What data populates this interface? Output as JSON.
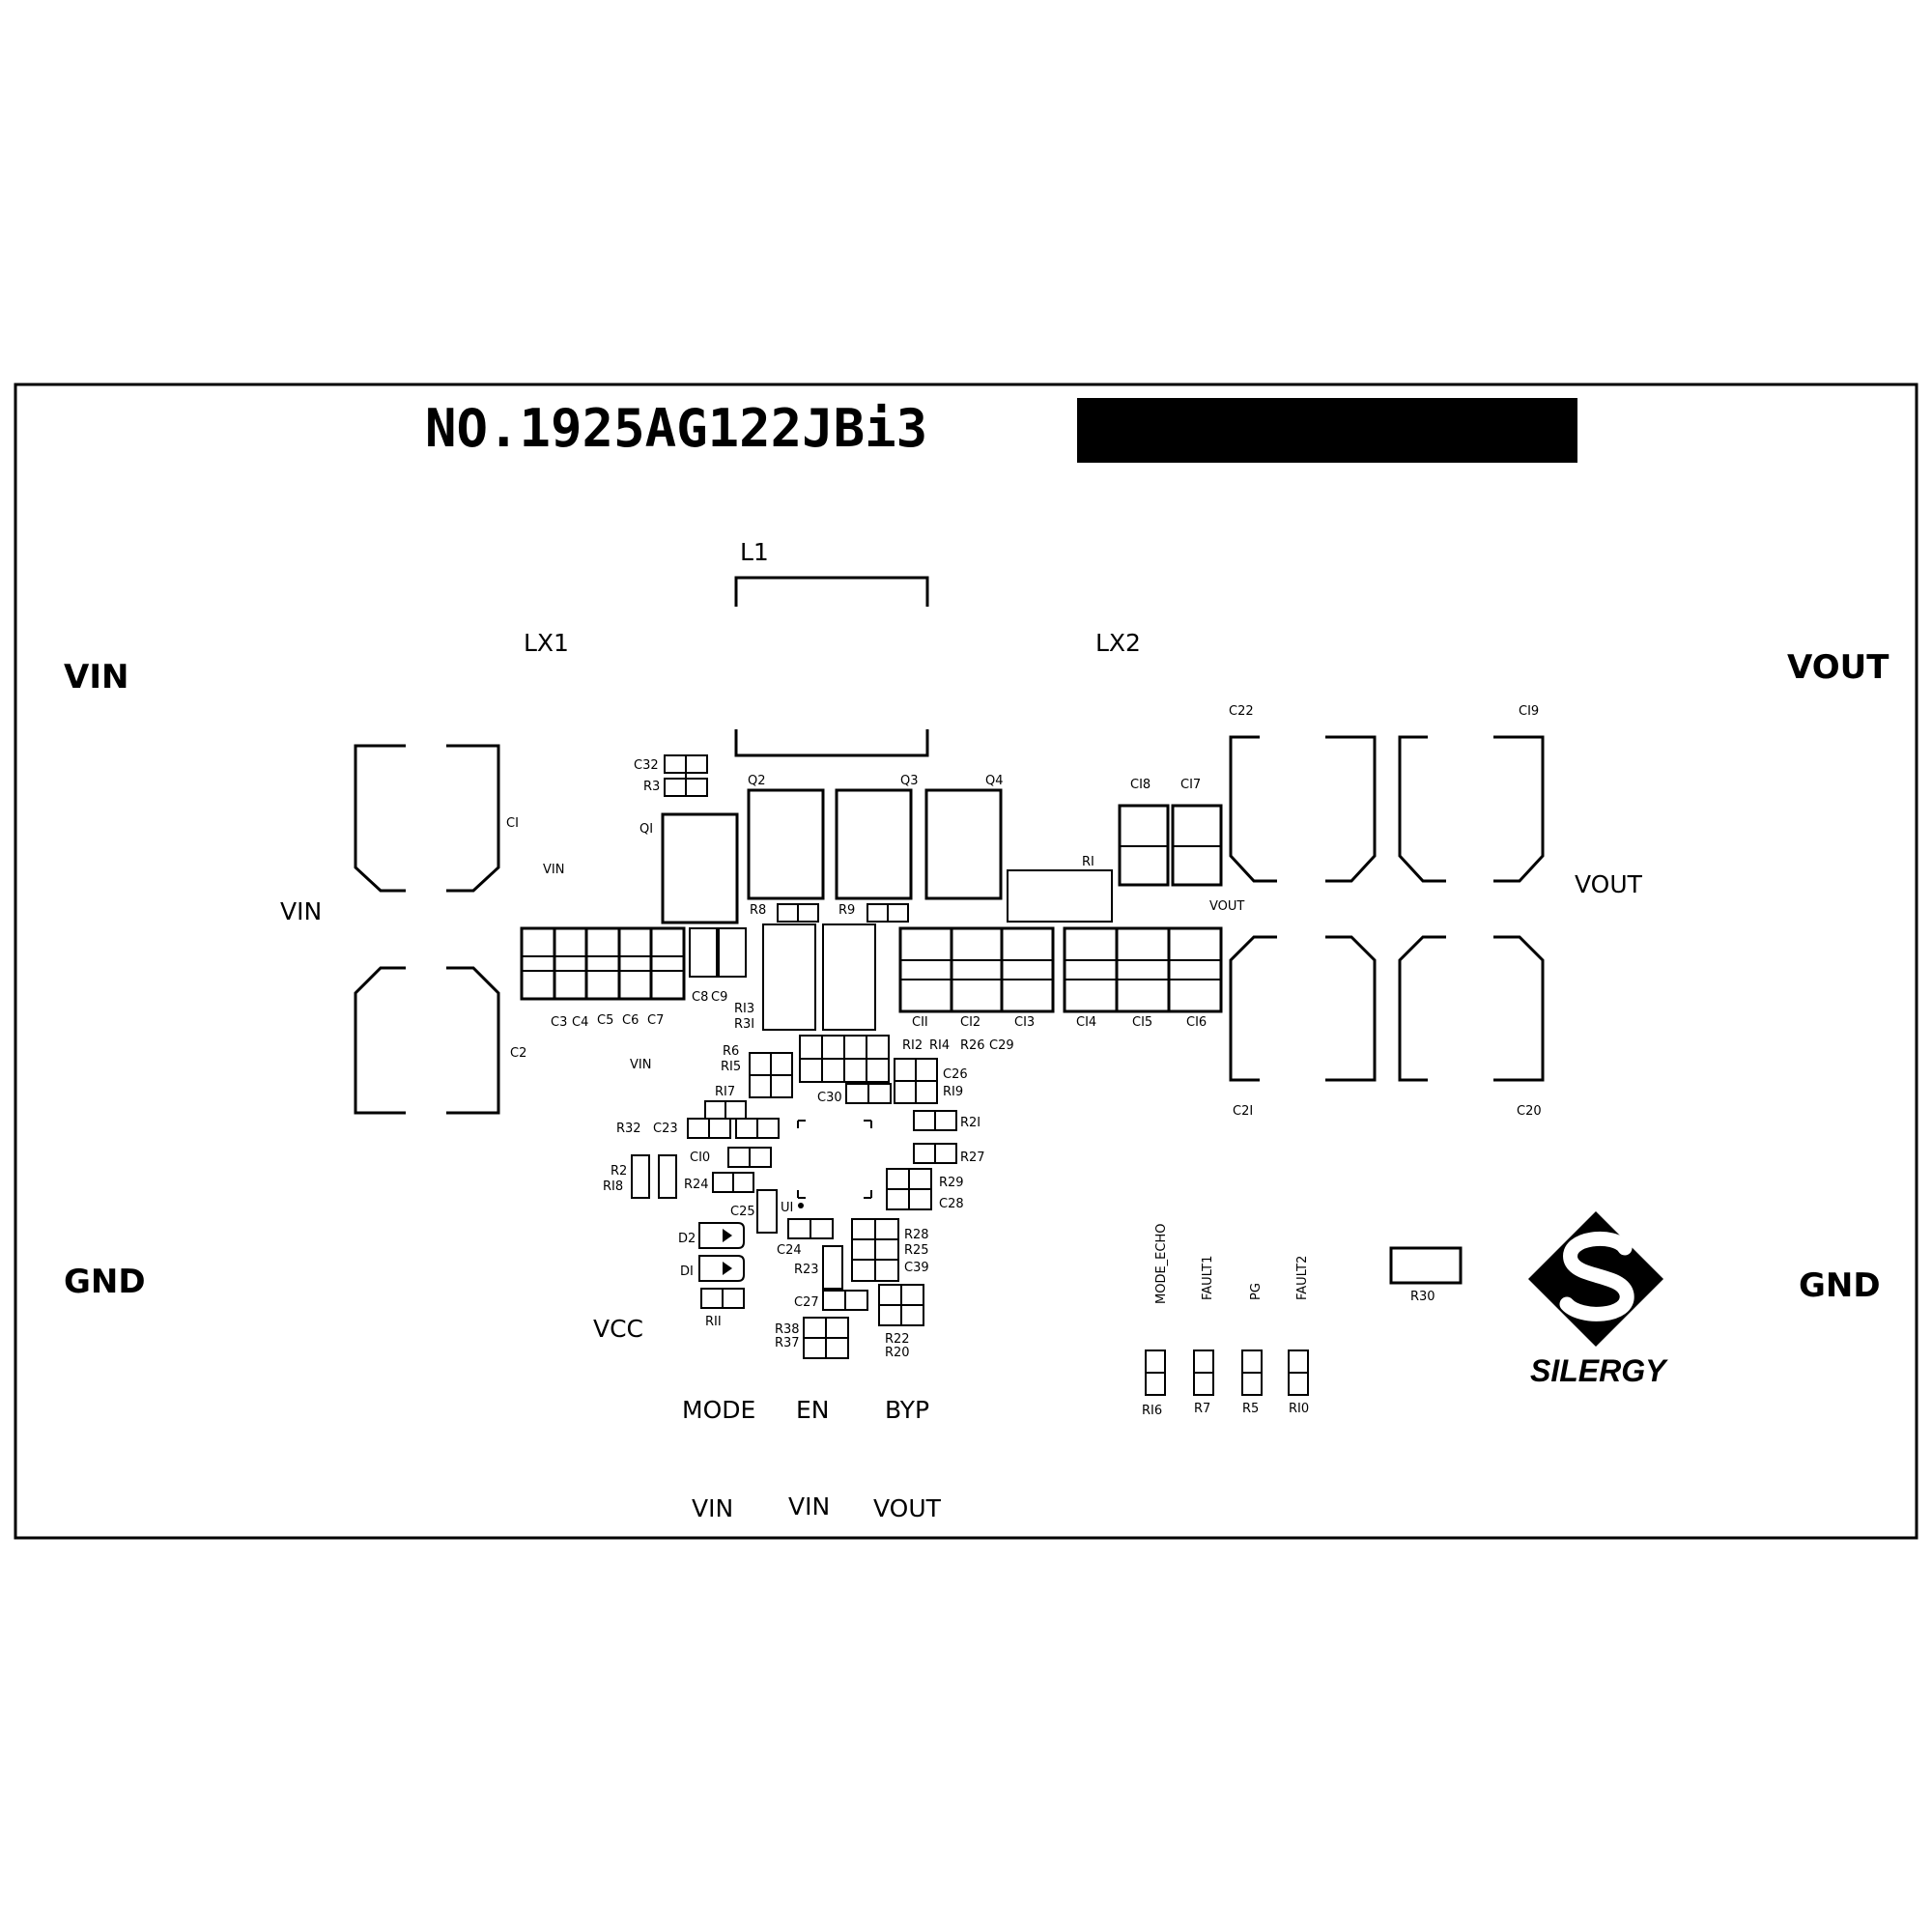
{
  "board": {
    "part_number": "NO.1925AG122JBi3",
    "logo_text": "SILERGY",
    "redacted_block": true
  },
  "connectors": {
    "vin_left": "VIN",
    "gnd_left": "GND",
    "vout_right": "VOUT",
    "gnd_right": "GND",
    "vin_inner": "VIN",
    "vout_inner": "VOUT",
    "lx1": "LX1",
    "lx2": "LX2",
    "vcc": "VCC"
  },
  "jumpers": {
    "mode": "MODE",
    "en": "EN",
    "byp": "BYP",
    "mode_src": "VIN",
    "en_src": "VIN",
    "byp_src": "VOUT"
  },
  "status_pins": [
    "MODE_ECHO",
    "FAULT1",
    "PG",
    "FAULT2"
  ],
  "status_resistors": [
    "RI6",
    "R7",
    "R5",
    "RI0"
  ],
  "designators": {
    "l1": "L1",
    "c1": "CI",
    "c2": "C2",
    "q1": "QI",
    "q2": "Q2",
    "q3": "Q3",
    "q4": "Q4",
    "c32": "C32",
    "r3": "R3",
    "r8": "R8",
    "r9": "R9",
    "r1": "RI",
    "vin_small_1": "VIN",
    "vin_small_2": "VIN",
    "vout_small": "VOUT",
    "c18": "CI8",
    "c17": "CI7",
    "c22": "C22",
    "c19": "CI9",
    "c21": "C2I",
    "c20": "C20",
    "c3": "C3",
    "c4": "C4",
    "c5": "C5",
    "c6": "C6",
    "c7": "C7",
    "c8": "C8",
    "c9": "C9",
    "r13": "RI3",
    "r31": "R3I",
    "c11": "CII",
    "c12": "CI2",
    "c13": "CI3",
    "c14": "CI4",
    "c15": "CI5",
    "c16": "CI6",
    "r12": "RI2",
    "r14": "RI4",
    "r26": "R26",
    "c29": "C29",
    "r6": "R6",
    "r15": "RI5",
    "r17": "RI7",
    "c30": "C30",
    "c26": "C26",
    "r19": "RI9",
    "r32": "R32",
    "c23": "C23",
    "r21": "R2I",
    "c10": "CI0",
    "r27": "R27",
    "r2": "R2",
    "r18": "RI8",
    "r24": "R24",
    "r29": "R29",
    "c28": "C28",
    "c25": "C25",
    "u1": "UI",
    "d2": "D2",
    "d1": "DI",
    "c24": "C24",
    "r28": "R28",
    "r25": "R25",
    "r23": "R23",
    "c39": "C39",
    "r11": "RII",
    "c27": "C27",
    "r38": "R38",
    "r37": "R37",
    "r22": "R22",
    "r20": "R20",
    "r30": "R30"
  }
}
